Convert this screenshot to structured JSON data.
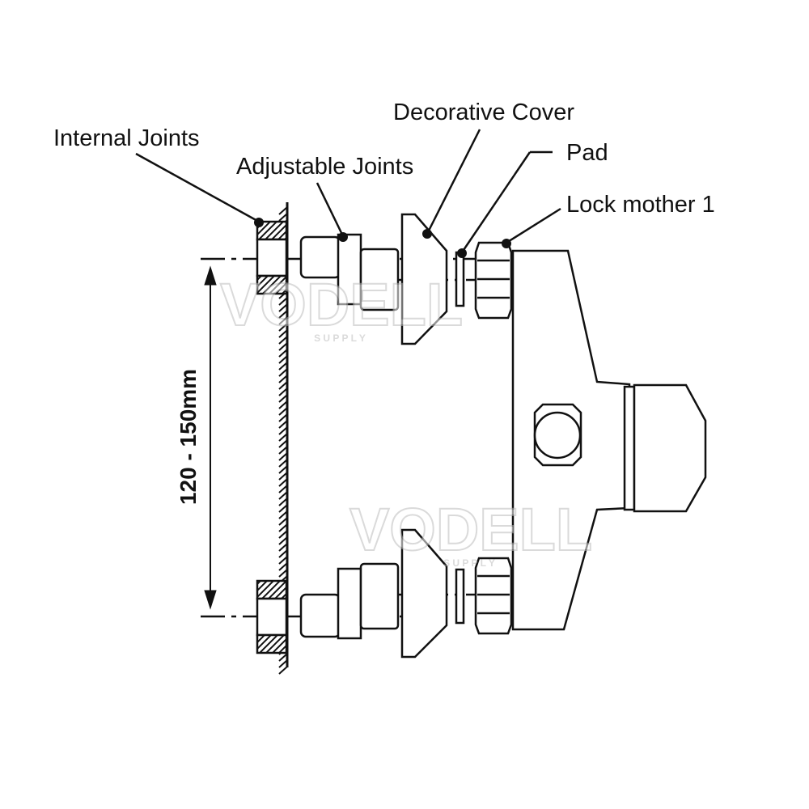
{
  "labels": {
    "internal_joints": "Internal  Joints",
    "adjustable_joints": "Adjustable Joints",
    "decorative_cover": "Decorative Cover",
    "pad": "Pad",
    "lock_mother": "Lock mother 1",
    "dimension": "120 - 150mm"
  },
  "watermark": {
    "brand": "VODELL",
    "sub": "S U P P L Y"
  },
  "colors": {
    "ink": "#111111",
    "background": "#ffffff",
    "watermark": "#bfbfbf"
  }
}
